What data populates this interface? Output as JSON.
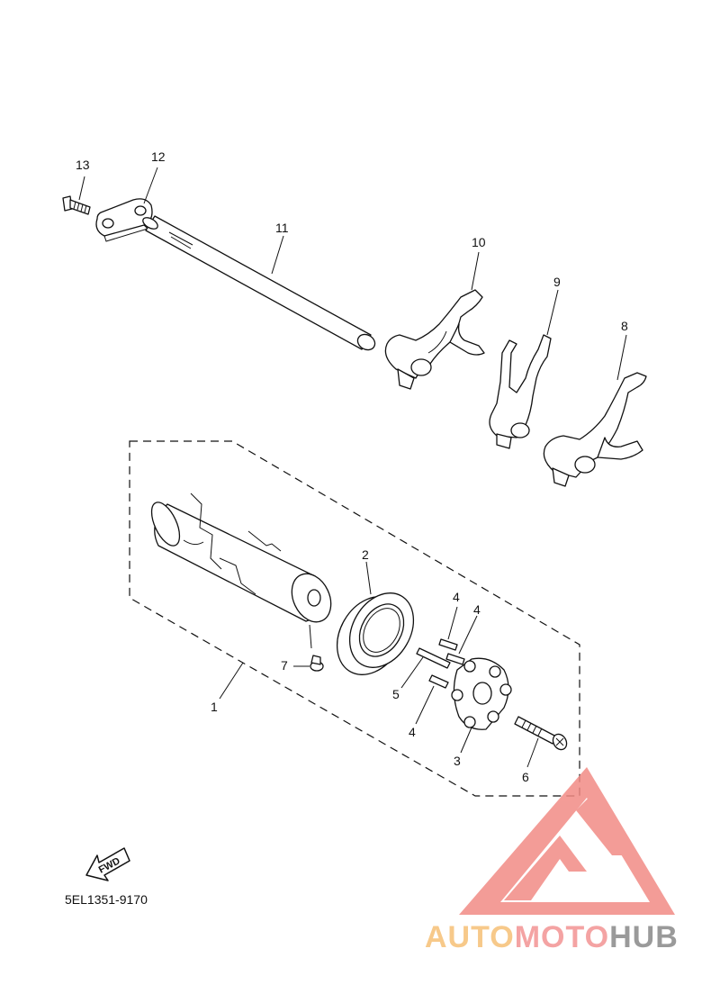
{
  "callouts": {
    "p1": "1",
    "p2": "2",
    "p3": "3",
    "p4a": "4",
    "p4b": "4",
    "p4c": "4",
    "p5": "5",
    "p6": "6",
    "p7": "7",
    "p8": "8",
    "p9": "9",
    "p10": "10",
    "p11": "11",
    "p12": "12",
    "p13": "13"
  },
  "part_code": "5EL1351-9170",
  "fwd_label": "FWD",
  "watermark": {
    "part1": "AUTO",
    "part2": "MOTO",
    "part3": "HUB",
    "colors": {
      "auto": "#f7c98a",
      "moto": "#f4a3a3",
      "hub": "#9a9a9a",
      "logo": "#f28b85"
    }
  }
}
